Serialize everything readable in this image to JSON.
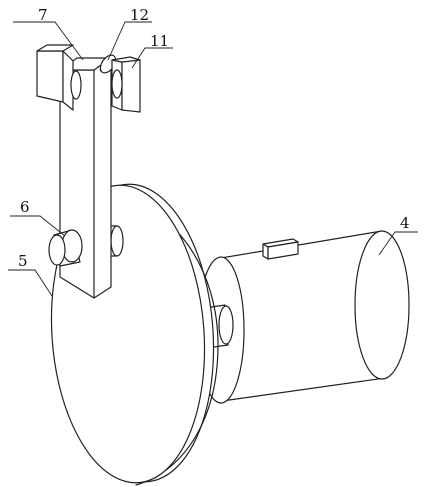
{
  "figure": {
    "labels": {
      "motor": "4",
      "disc": "5",
      "knob": "6",
      "arm": "7",
      "clamp_block": "11",
      "pivot": "12"
    }
  }
}
